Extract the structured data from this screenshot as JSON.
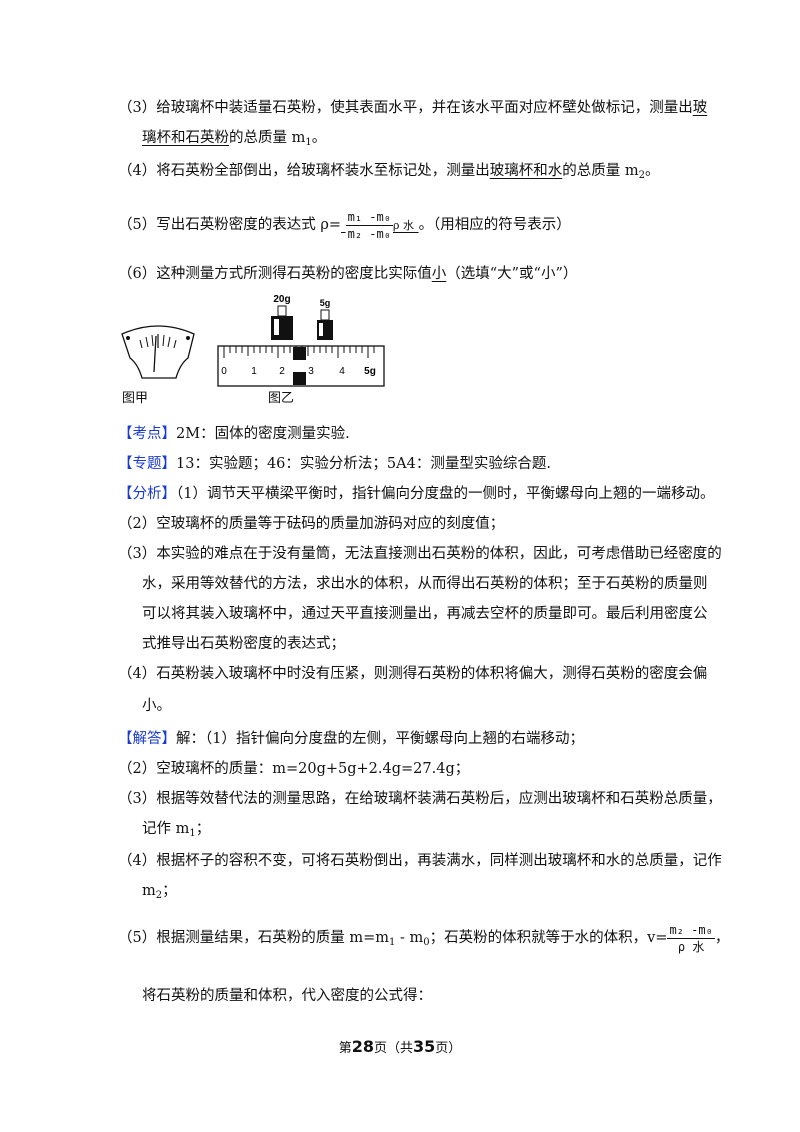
{
  "q3": {
    "line1_a": "（3）给玻璃杯中装适量石英粉，使其表面水平，并在该水平面对应杯壁处做标记，测量出",
    "line1_blank": "玻",
    "line2_blank": "璃杯和石英粉",
    "line2_b": "的总质量 m",
    "line2_sub": "1",
    "line2_c": "。"
  },
  "q4": {
    "a": "（4）将石英粉全部倒出，给玻璃杯装水至标记处，测量出",
    "blank": "玻璃杯和水",
    "b": "的总质量 m",
    "sub": "2",
    "c": "。"
  },
  "q5": {
    "a": "（5）写出石英粉密度的表达式 ρ=",
    "num": "m₁ -m₀",
    "den": "m₂ -m₀",
    "rho": "ρ 水",
    "b": "。（用相应的符号表示）"
  },
  "q6": {
    "a": "（6）这种测量方式所测得石英粉的密度比实际值",
    "blank": "小",
    "b": "（选填“大”或“小”）"
  },
  "figure": {
    "weight1": "20g",
    "weight2": "5g",
    "ticks": [
      "0",
      "1",
      "2",
      "3",
      "4",
      "5g"
    ],
    "caption_a": "图甲",
    "caption_b": "图乙"
  },
  "kaodian": {
    "tag": "【考点】",
    "text": "2M：固体的密度测量实验."
  },
  "zhuanti": {
    "tag": "【专题】",
    "text": "13：实验题；46：实验分析法；5A4：测量型实验综合题."
  },
  "fenxi": {
    "tag": "【分析】",
    "l1": "（1）调节天平横梁平衡时，指针偏向分度盘的一侧时，平衡螺母向上翘的一端移动。",
    "l2": "（2）空玻璃杯的质量等于砝码的质量加游码对应的刻度值；",
    "l3": "（3）本实验的难点在于没有量筒，无法直接测出石英粉的体积，因此，可考虑借助已经密度的",
    "l4": "水，采用等效替代的方法，求出水的体积，从而得出石英粉的体积；至于石英粉的质量则",
    "l5": "可以将其装入玻璃杯中，通过天平直接测量出，再减去空杯的质量即可。最后利用密度公",
    "l6": "式推导出石英粉密度的表达式；",
    "l7": "（4）石英粉装入玻璃杯中时没有压紧，则测得石英粉的体积将偏大，测得石英粉的密度会偏",
    "l8": "小。"
  },
  "jieda": {
    "tag": "【解答】",
    "l1": "解：（1）指针偏向分度盘的左侧，平衡螺母向上翘的右端移动；",
    "l2": "（2）空玻璃杯的质量：m=20g+5g+2.4g=27.4g；",
    "l3": "（3）根据等效替代法的测量思路，在给玻璃杯装满石英粉后，应测出玻璃杯和石英粉总质量，",
    "l4a": "记作 m",
    "l4sub": "1",
    "l4b": "；",
    "l5": "（4）根据杯子的容积不变，可将石英粉倒出，再装满水，同样测出玻璃杯和水的总质量，记作",
    "l6a": "m",
    "l6sub": "2",
    "l6b": "；",
    "l7a": "（5）根据测量结果，石英粉的质量 m=m",
    "l7sub1": "1",
    "l7b": " - m",
    "l7sub0": "0",
    "l7c": "；石英粉的体积就等于水的体积，v=",
    "l7num": "m₂ -m₀",
    "l7den": "ρ 水",
    "l7d": "，",
    "l8": "将石英粉的质量和体积，代入密度的公式得："
  },
  "footer": {
    "a": "第",
    "page": "28",
    "b": "页（共",
    "total": "35",
    "c": "页）"
  }
}
